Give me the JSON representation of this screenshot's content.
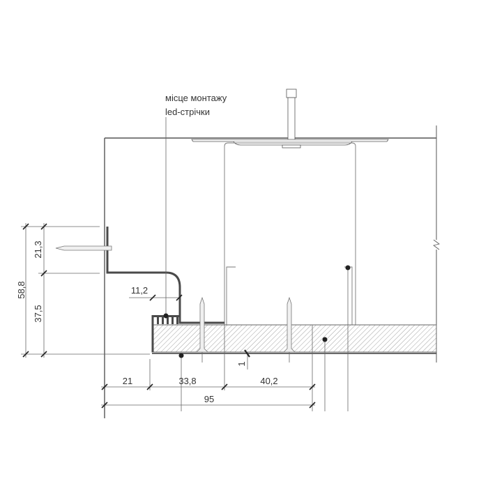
{
  "annotation": {
    "line1": "місце монтажу",
    "line2": "led-стрічки"
  },
  "dimensions": {
    "vertical_total": "58,8",
    "vertical_upper": "21,3",
    "vertical_lower": "37,5",
    "profile_depth": "11,2",
    "board_gap": "1",
    "bottom_a": "21",
    "bottom_b": "33,8",
    "bottom_c": "40,2",
    "bottom_total": "95"
  },
  "colors": {
    "line": "#555555",
    "profile": "#4a4a4a",
    "hatch": "#8a8a8a",
    "text": "#333333"
  }
}
